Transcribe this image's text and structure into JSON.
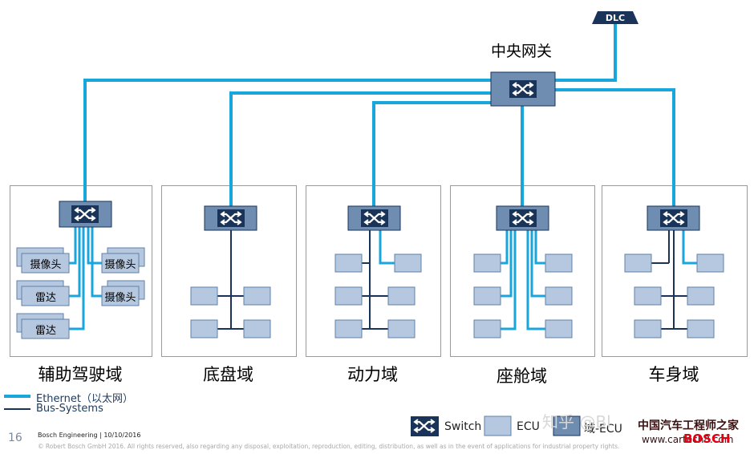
{
  "dlc_label": "DLC",
  "gateway_label": "中央网关",
  "domains": [
    {
      "label": "辅助驾驶域"
    },
    {
      "label": "底盘域"
    },
    {
      "label": "动力域"
    },
    {
      "label": "座舱域"
    },
    {
      "label": "车身域"
    }
  ],
  "adas_ecus": [
    "摄像头",
    "摄像头",
    "雷达",
    "摄像头",
    "雷达"
  ],
  "legend": {
    "ethernet": "Ethernet（以太网）",
    "bus": "Bus-Systems"
  },
  "bottom_legend": {
    "switch": "Switch",
    "ecu": "ECU",
    "domain_ecu": "域-ECU"
  },
  "footer": {
    "page_number": "16",
    "line1": "Bosch Engineering | 10/10/2016",
    "line2": "© Robert Bosch GmbH 2016. All rights reserved, also regarding any disposal, exploitation, reproduction, editing, distribution, as well as in the event of applications for industrial property rights."
  },
  "watermarks": {
    "zhihu": "知乎 @Bl",
    "cn_association": "中国汽车工程师之家",
    "site": "www.cartech8.com",
    "brand": "BOSCH"
  },
  "colors": {
    "ethernet": "#19a6dc",
    "bus": "#1a3358",
    "switch_fill": "#6f8db0",
    "ecu_fill": "#b6c8e0",
    "box_border": "#9a9a9a"
  }
}
